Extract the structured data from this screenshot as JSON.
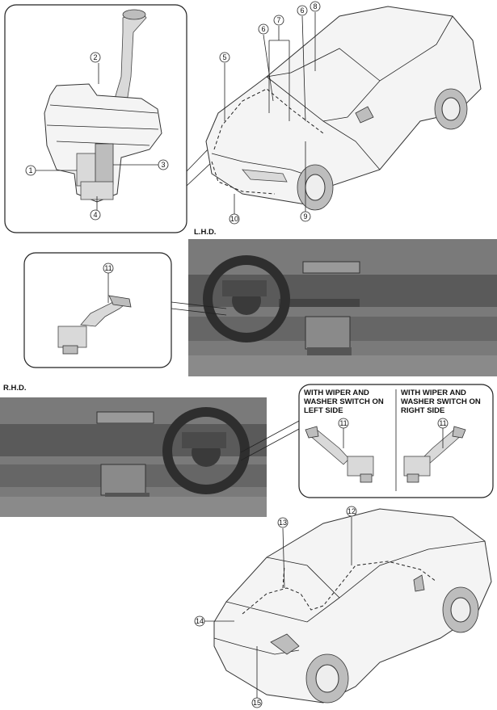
{
  "labels": {
    "lhd": "L.H.D.",
    "rhd": "R.H.D.",
    "left_side_1": "WITH WIPER AND",
    "left_side_2": "WASHER SWITCH ON",
    "left_side_3": "LEFT SIDE",
    "right_side_1": "WITH WIPER AND",
    "right_side_2": "WASHER SWITCH ON",
    "right_side_3": "RIGHT SIDE"
  },
  "callouts": {
    "c1": "1",
    "c2": "2",
    "c3": "3",
    "c4": "4",
    "c5": "5",
    "c6a": "6",
    "c6b": "6",
    "c7": "7",
    "c8": "8",
    "c9": "9",
    "c10": "10",
    "c11a": "11",
    "c11b": "11",
    "c11c": "11",
    "c12": "12",
    "c13": "13",
    "c14": "14",
    "c15": "15"
  }
}
